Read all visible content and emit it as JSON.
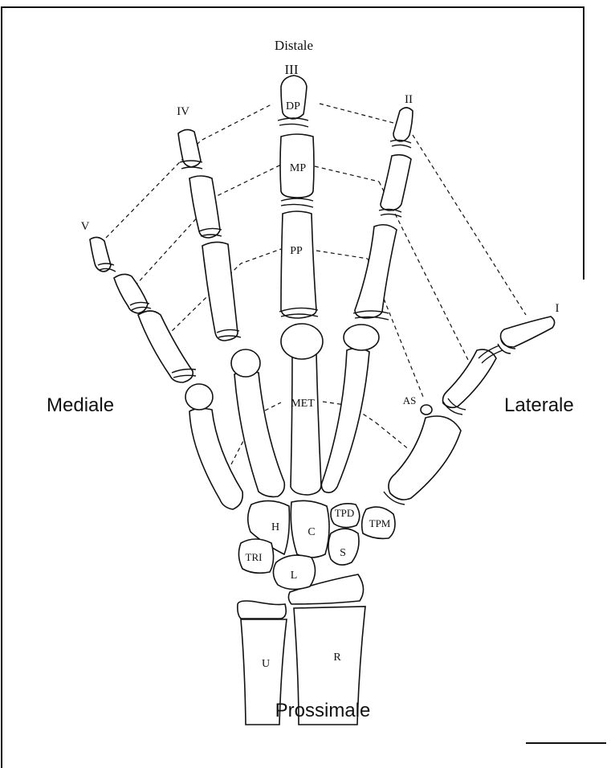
{
  "directions": {
    "distal": "Distale",
    "medial": "Mediale",
    "lateral": "Laterale",
    "proximal": "Prossimale"
  },
  "digits": {
    "i": "I",
    "ii": "II",
    "iii": "III",
    "iv": "IV",
    "v": "V"
  },
  "rows": {
    "dp": "DP",
    "mp": "MP",
    "pp": "PP",
    "met": "MET",
    "as": "AS"
  },
  "carpals": {
    "h": "H",
    "c": "C",
    "tpd": "TPD",
    "tpm": "TPM",
    "tri": "TRI",
    "s": "S",
    "l": "L"
  },
  "forearm": {
    "u": "U",
    "r": "R"
  }
}
